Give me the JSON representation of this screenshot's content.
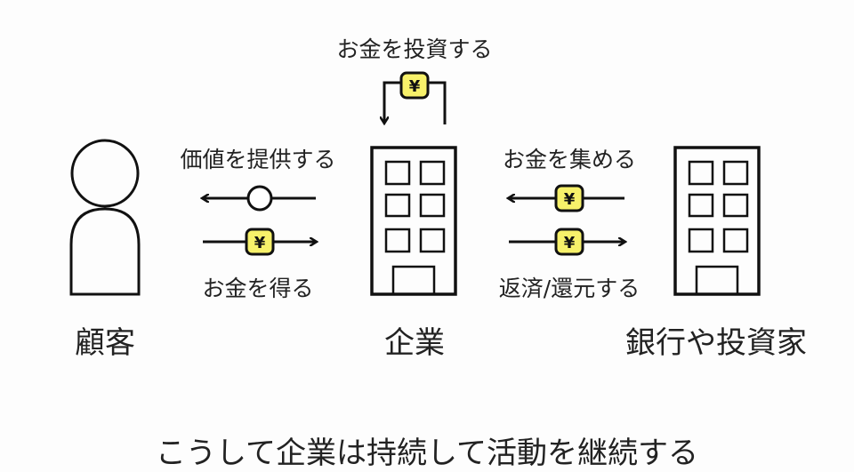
{
  "labels": {
    "invest": "お金を投資する",
    "provide_value": "価値を提供する",
    "get_money": "お金を得る",
    "raise_money": "お金を集める",
    "repay": "返済/還元する"
  },
  "actors": {
    "customer": "顧客",
    "company": "企業",
    "investors": "銀行や投資家"
  },
  "yen_symbol": "¥",
  "caption": "こうして企業は持続して活動を継続する",
  "colors": {
    "yen_fill": "#f7f16a",
    "stroke": "#111111"
  }
}
